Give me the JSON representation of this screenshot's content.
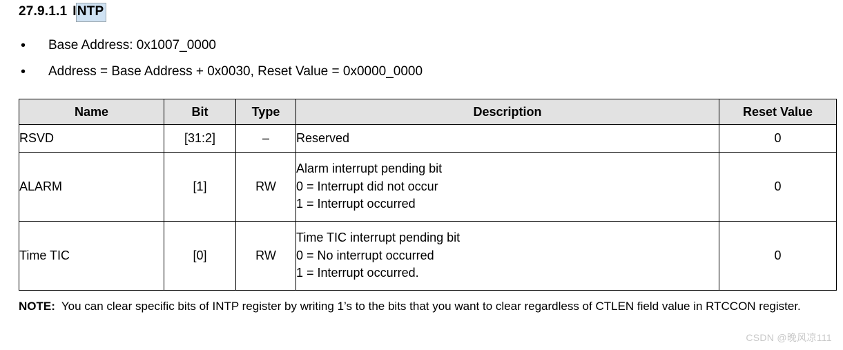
{
  "heading": {
    "number": "27.9.1.1",
    "title_prefix": "I",
    "title_highlight": "NTP",
    "highlight_color": "#cfe2f3"
  },
  "bullets": [
    {
      "marker": "•",
      "text": "Base Address: 0x1007_0000"
    },
    {
      "marker": "•",
      "text": "Address = Base Address + 0x0030, Reset Value = 0x0000_0000"
    }
  ],
  "table": {
    "headers": [
      "Name",
      "Bit",
      "Type",
      "Description",
      "Reset Value"
    ],
    "header_bg": "#e2e2e2",
    "rows": [
      {
        "name": "RSVD",
        "bit": "[31:2]",
        "type": "–",
        "description": [
          "Reserved"
        ],
        "reset": "0"
      },
      {
        "name": "ALARM",
        "bit": "[1]",
        "type": "RW",
        "description": [
          "Alarm interrupt pending bit",
          "0 = Interrupt did not occur",
          "1 = Interrupt occurred"
        ],
        "reset": "0"
      },
      {
        "name": "Time TIC",
        "bit": "[0]",
        "type": "RW",
        "description": [
          "Time TIC interrupt pending bit",
          "0 = No interrupt occurred",
          "1 = Interrupt occurred."
        ],
        "reset": "0"
      }
    ]
  },
  "note": {
    "label": "NOTE:",
    "lines": [
      "You can clear specific bits of INTP register by writing 1’s to the bits that you want to clear regardless of CTLEN field",
      "value in RTCCON register."
    ]
  },
  "watermark": {
    "text": "CSDN @晚风凉111",
    "color": "#c8c8c8"
  }
}
